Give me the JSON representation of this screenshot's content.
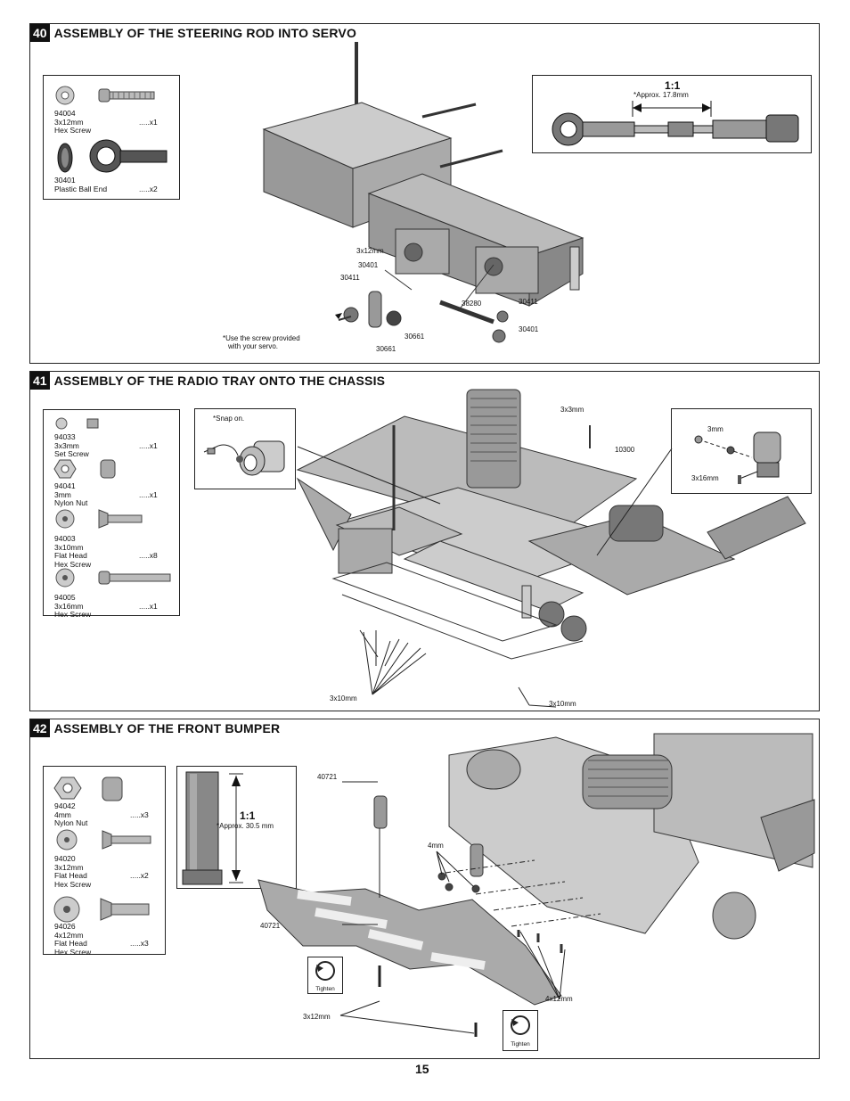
{
  "page_number": "15",
  "steps": [
    {
      "number": "40",
      "title": "ASSEMBLY OF THE STEERING ROD INTO SERVO",
      "parts": [
        {
          "code": "94004",
          "size": "3x12mm",
          "name": "Hex Screw",
          "qty": ".....x1",
          "icon": "hex-screw-icon"
        },
        {
          "code": "30401",
          "size": "",
          "name": "Plastic Ball End",
          "qty": ".....x2",
          "icon": "ball-end-icon"
        }
      ],
      "callout": {
        "ratio": "1:1",
        "measure": "*Approx.  17.8mm"
      },
      "labels": {
        "l3x12": "3x12mm",
        "l30401a": "30401",
        "l30411a": "30411",
        "l38280": "38280",
        "l30411b": "30411",
        "l30401b": "30401",
        "l30661a": "30661",
        "l30661b": "30661",
        "note_line1": "*Use the screw provided",
        "note_line2": "with your servo."
      }
    },
    {
      "number": "41",
      "title": "ASSEMBLY OF THE RADIO TRAY ONTO THE CHASSIS",
      "parts": [
        {
          "code": "94033",
          "size": "3x3mm",
          "name": "Set Screw",
          "qty": ".....x1",
          "icon": "set-screw-icon"
        },
        {
          "code": "94041",
          "size": "3mm",
          "name": "Nylon Nut",
          "qty": ".....x1",
          "icon": "nylon-nut-icon"
        },
        {
          "code": "94003",
          "size": "3x10mm",
          "name": "Flat Head",
          "name2": "Hex Screw",
          "qty": ".....x8",
          "icon": "flat-head-screw-icon"
        },
        {
          "code": "94005",
          "size": "3x16mm",
          "name": "Hex Screw",
          "qty": ".....x1",
          "icon": "hex-screw-icon"
        }
      ],
      "snap_note": "*Snap on.",
      "labels": {
        "l3x3": "3x3mm",
        "l10300": "10300",
        "l3mm": "3mm",
        "l3x16": "3x16mm",
        "l3x10a": "3x10mm",
        "l3x10b": "3x10mm"
      }
    },
    {
      "number": "42",
      "title": "ASSEMBLY OF THE FRONT BUMPER",
      "parts": [
        {
          "code": "94042",
          "size": "4mm",
          "name": "Nylon Nut",
          "qty": ".....x3",
          "icon": "nylon-nut-icon"
        },
        {
          "code": "94020",
          "size": "3x12mm",
          "name": "Flat  Head",
          "name2": "Hex Screw",
          "qty": ".....x2",
          "icon": "flat-head-screw-icon"
        },
        {
          "code": "94026",
          "size": "4x12mm",
          "name": "Flat  Head",
          "name2": "Hex Screw",
          "qty": ".....x3",
          "icon": "flat-head-screw-icon"
        }
      ],
      "callout": {
        "ratio": "1:1",
        "measure": "*Approx. 30.5 mm"
      },
      "labels": {
        "l40721a": "40721",
        "l4mm": "4mm",
        "l40721b": "40721",
        "l4x12": "4x12mm",
        "l3x12": "3x12mm",
        "tighten1": "Tighten",
        "tighten2": "Tighten"
      }
    }
  ]
}
